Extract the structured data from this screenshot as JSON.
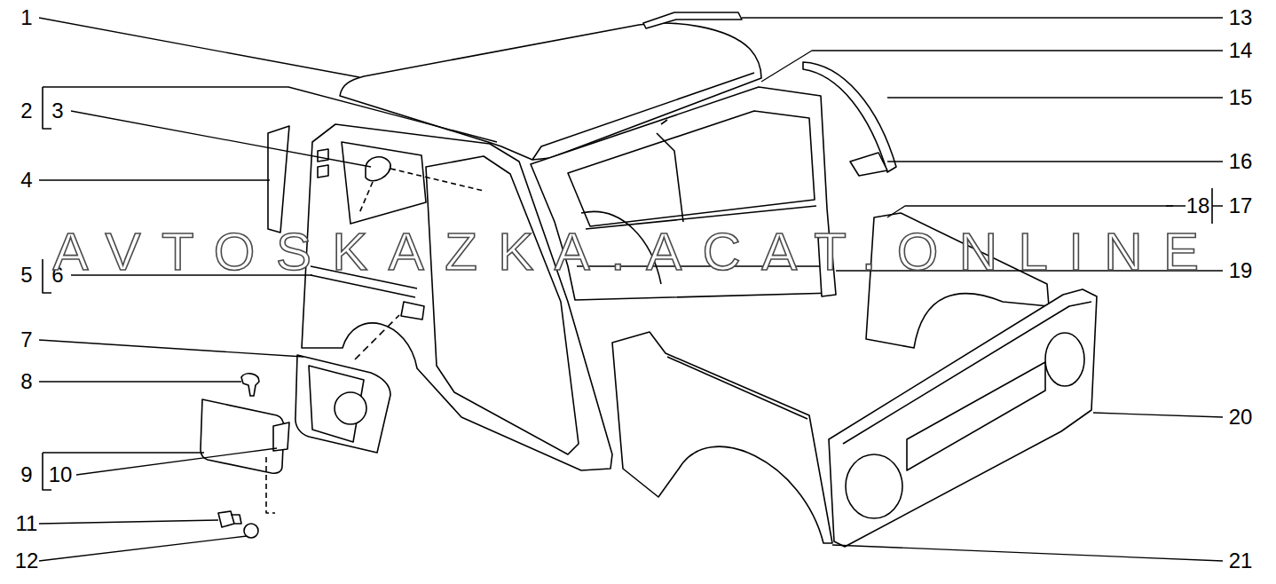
{
  "diagram": {
    "labels": [
      "1",
      "2",
      "3",
      "4",
      "5",
      "6",
      "7",
      "8",
      "9",
      "10",
      "11",
      "12",
      "13",
      "14",
      "15",
      "16",
      "17",
      "18",
      "19",
      "20",
      "21",
      "AVTOSKAZKA.ACAT.ONLINE"
    ]
  }
}
